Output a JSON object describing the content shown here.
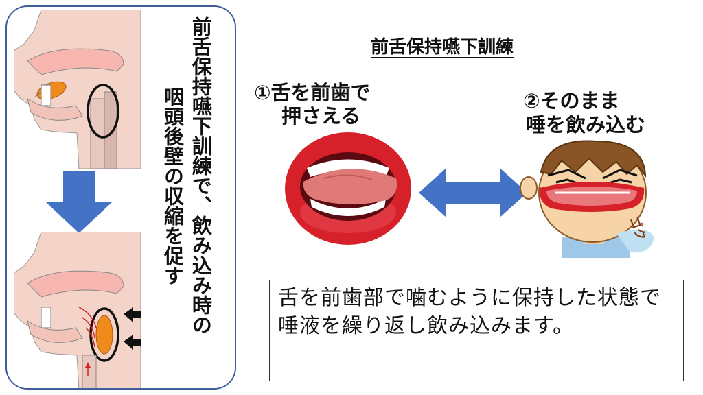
{
  "left_panel": {
    "vertical_col1": "前舌保持嚥下訓練で、飲み込み時の",
    "vertical_col2": "咽頭後壁の収縮を促す"
  },
  "title": "前舌保持嚥下訓練",
  "step1": {
    "line1": "①舌を前歯で",
    "line2": "押さえる"
  },
  "step2": {
    "line1": "②そのまま",
    "line2": "唾を飲み込む",
    "sfx": "ゴク"
  },
  "description": "舌を前歯部で噛むように保持した状態で唾液を繰り返し飲み込みます。",
  "colors": {
    "arrow_blue": "#4472c4",
    "panel_border": "#3f5f9a",
    "tongue_orange": "#f08a1c",
    "lip_red": "#d6202a"
  }
}
